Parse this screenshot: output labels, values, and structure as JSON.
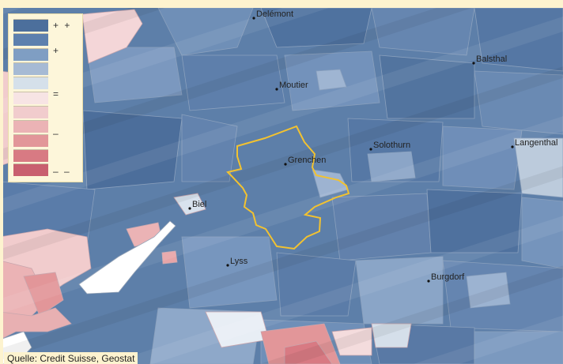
{
  "legend": {
    "swatches": [
      "#4c6f9c",
      "#5c80ae",
      "#7f9ec3",
      "#a6bad4",
      "#d5e0ea",
      "#f7e4e4",
      "#f1cccd",
      "#ebb3b5",
      "#e29699",
      "#d87a83",
      "#c95f6f"
    ],
    "symbols": {
      "very_positive": "+ +",
      "positive": "+",
      "neutral": "=",
      "negative": "–",
      "very_negative": "– –"
    }
  },
  "cities": [
    {
      "name": "Delémont"
    },
    {
      "name": "Balsthal"
    },
    {
      "name": "Moutier"
    },
    {
      "name": "Solothurn"
    },
    {
      "name": "Grenchen"
    },
    {
      "name": "Langenthal"
    },
    {
      "name": "Biel"
    },
    {
      "name": "Lyss"
    },
    {
      "name": "Burgdorf"
    }
  ],
  "colors": {
    "highlight_outline": "#f2c230",
    "lake": "#ffffff",
    "base": "#5d7fa9"
  },
  "source": "Quelle: Credit Suisse, Geostat"
}
